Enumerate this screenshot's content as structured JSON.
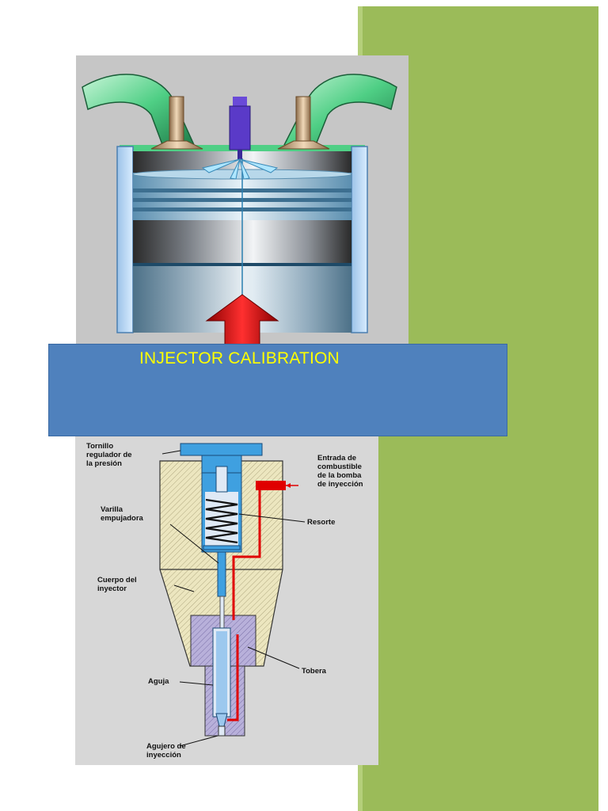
{
  "title": "INJECTOR CALIBRATION",
  "colors": {
    "green_band": "#9bbb59",
    "title_box": "#4f81bd",
    "title_text": "#ffff00"
  },
  "injector_labels": {
    "tornillo": [
      "Tornillo",
      "regulador de",
      "la presión"
    ],
    "entrada": [
      "Entrada de",
      "combustible",
      "de la bomba",
      "de inyección"
    ],
    "varilla": [
      "Varilla",
      "empujadora"
    ],
    "resorte": "Resorte",
    "cuerpo": [
      "Cuerpo del",
      "inyector"
    ],
    "tobera": "Tobera",
    "aguja": "Aguja",
    "agujero": [
      "Agujero de",
      "inyección"
    ]
  }
}
